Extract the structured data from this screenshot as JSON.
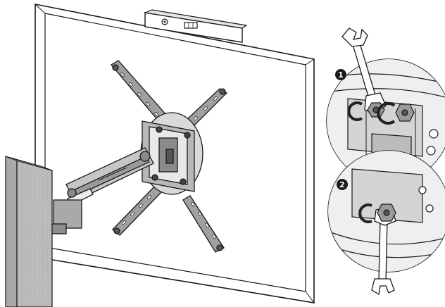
{
  "steps": [
    {
      "number": "1",
      "action": "tighten-side-bolts",
      "tool": "wrench"
    },
    {
      "number": "2",
      "action": "tighten-lower-bolt",
      "tool": "wrench"
    }
  ],
  "colors": {
    "line": "#1a1a1a",
    "tv_panel": "#ffffff",
    "metal": "#9a9a9a",
    "metal_dark": "#6f6f6f",
    "wall_concrete": "#b9b9b9",
    "arrow_dark": "#222222"
  },
  "icons": [
    "wrench-icon",
    "rotation-arrow-icon",
    "bubble-level-icon",
    "hex-nut-icon"
  ]
}
